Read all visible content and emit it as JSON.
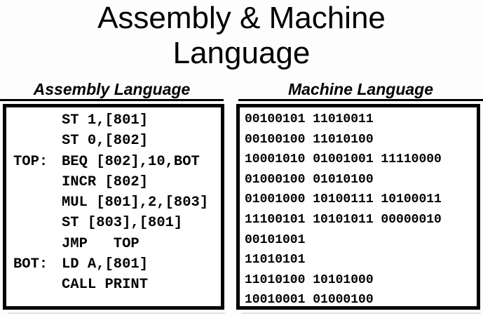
{
  "title": {
    "line1": "Assembly & Machine",
    "line2": "Language"
  },
  "columns": {
    "assembly": {
      "header": "Assembly Language",
      "lines": [
        {
          "label": "",
          "code": "ST 1,[801]"
        },
        {
          "label": "",
          "code": "ST 0,[802]"
        },
        {
          "label": "TOP:",
          "code": "BEQ [802],10,BOT"
        },
        {
          "label": "",
          "code": "INCR [802]"
        },
        {
          "label": "",
          "code": "MUL [801],2,[803]"
        },
        {
          "label": "",
          "code": "ST [803],[801]"
        },
        {
          "label": "",
          "code": "JMP   TOP"
        },
        {
          "label": "BOT:",
          "code": "LD A,[801]"
        },
        {
          "label": "",
          "code": "CALL PRINT"
        }
      ]
    },
    "machine": {
      "header": "Machine Language",
      "lines": [
        "00100101 11010011",
        "00100100 11010100",
        "10001010 01001001 11110000",
        "01000100 01010100",
        "01001000 10100111 10100011",
        "11100101 10101011 00000010",
        "00101001",
        "11010101",
        "11010100 10101000",
        "10010001 01000100"
      ]
    }
  },
  "colors": {
    "text": "#000000",
    "background": "#ffffff",
    "box_border": "#000000",
    "shadow_line": "#e2e2e2"
  }
}
